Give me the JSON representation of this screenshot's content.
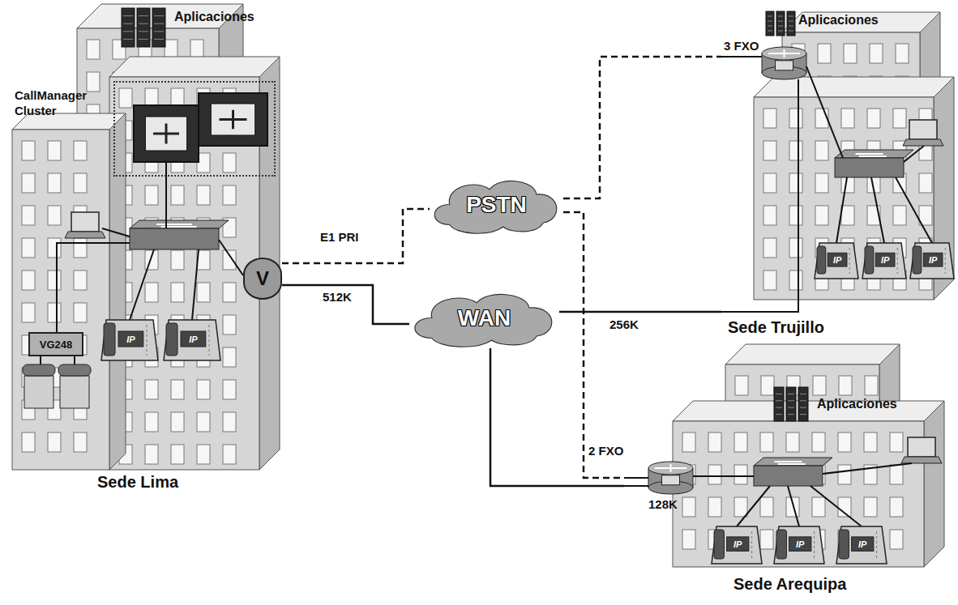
{
  "diagram": {
    "nodes": [
      {
        "text": [
          "Sede Lima"
        ]
      },
      {
        "text": [
          "CallManager Cluster"
        ],
        "in": 0
      },
      {
        "text": [
          "V"
        ],
        "in": 0
      },
      {
        "text": [
          "VG248"
        ],
        "in": 0
      },
      {
        "text": [
          "PSTN"
        ]
      },
      {
        "text": [
          "WAN"
        ]
      },
      {
        "text": [
          "Sede Trujillo"
        ]
      },
      {
        "text": [
          "Sede Arequipa"
        ]
      }
    ],
    "edges": [
      {
        "from": 2,
        "to": 4,
        "label": "E1 PRI",
        "arrow": "none"
      },
      {
        "from": 2,
        "to": 5,
        "label": "512K",
        "arrow": "none"
      },
      {
        "from": 4,
        "to": 6,
        "label": "3 FXO",
        "arrow": "none"
      },
      {
        "from": 5,
        "to": 6,
        "label": "256K",
        "arrow": "none"
      },
      {
        "from": 4,
        "to": 7,
        "label": "2 FXO",
        "arrow": "none"
      },
      {
        "from": 5,
        "to": 7,
        "label": "128K",
        "arrow": "none"
      }
    ],
    "labels": [
      "Aplicaciones",
      "Aplicaciones",
      "Aplicaciones",
      "IP",
      "IP",
      "IP",
      "IP",
      "IP",
      "IP",
      "IP",
      "IP"
    ]
  }
}
